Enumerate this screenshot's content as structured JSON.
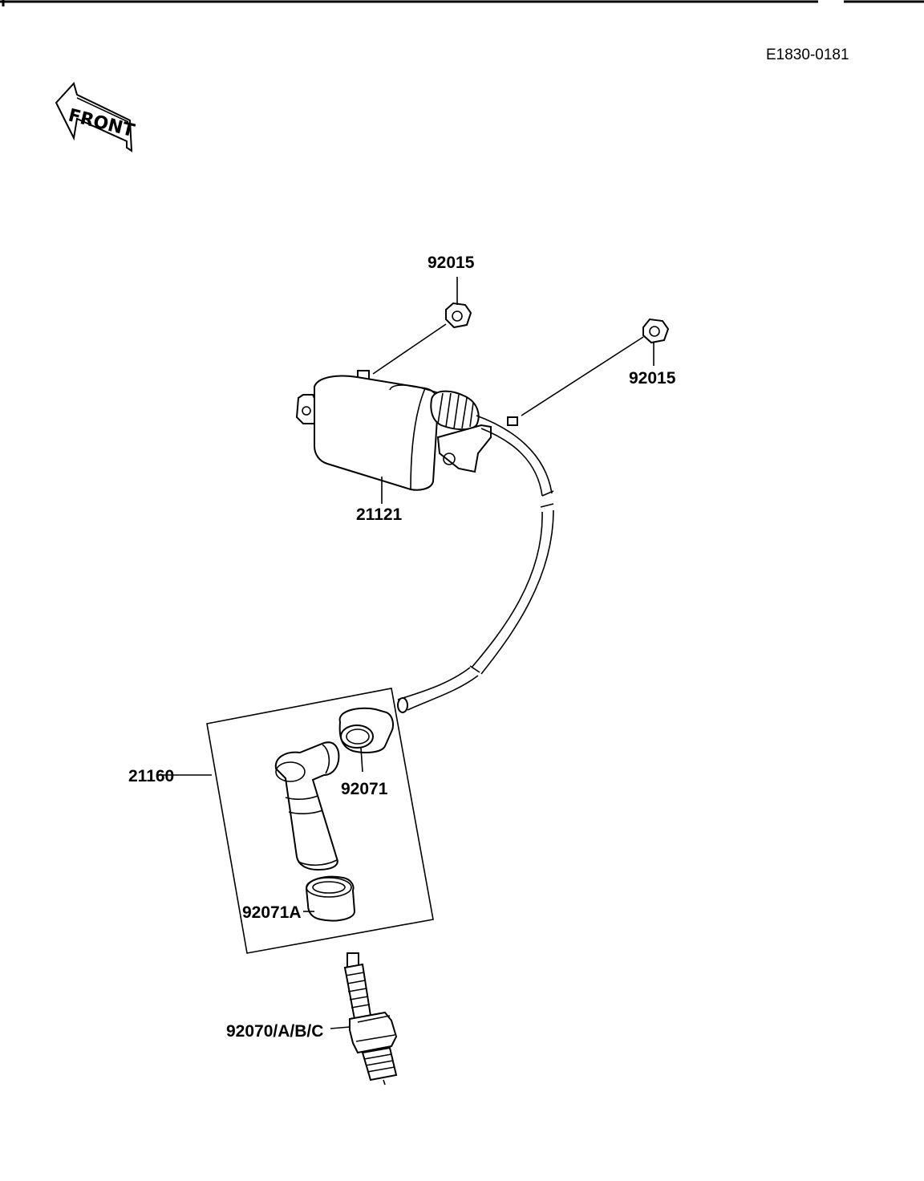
{
  "diagram": {
    "code": "E1830-0181",
    "front_label": "FRONT",
    "parts": {
      "nut_a": "92015",
      "nut_b": "92015",
      "coil": "21121",
      "cap_assy": "21160",
      "seal_top": "92071",
      "seal_bottom": "92071A",
      "spark_plug": "92070/A/B/C"
    }
  }
}
